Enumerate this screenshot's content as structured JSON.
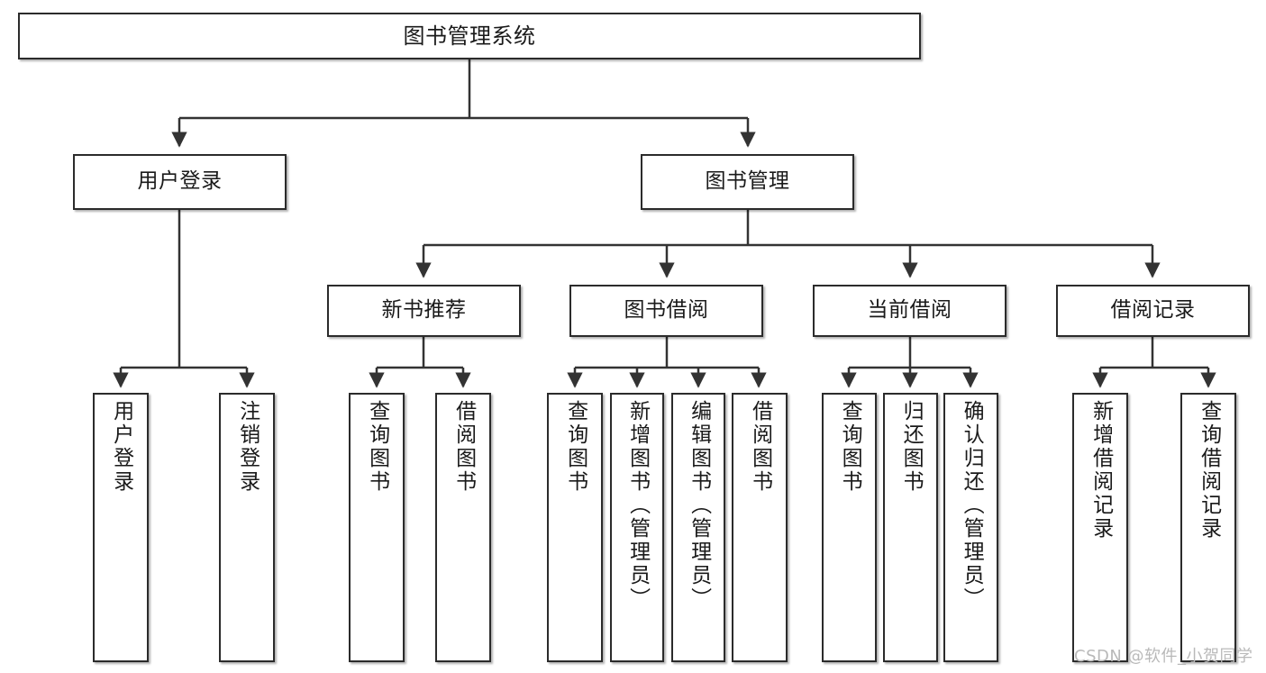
{
  "diagram": {
    "title": "图书管理系统",
    "type": "功能结构图",
    "watermark": "CSDN @软件_小贺同学",
    "colors": {
      "box_border": "#2b2b2b",
      "box_fill": "#ffffff",
      "connector": "#333333",
      "text": "#1a1a1a",
      "watermark": "#b9b9b9",
      "background": "#ffffff"
    },
    "root": {
      "label": "图书管理系统"
    },
    "level2": [
      {
        "label": "用户登录"
      },
      {
        "label": "图书管理"
      }
    ],
    "level3": [
      {
        "label": "新书推荐"
      },
      {
        "label": "图书借阅"
      },
      {
        "label": "当前借阅"
      },
      {
        "label": "借阅记录"
      }
    ],
    "leaves": {
      "user_login": [
        {
          "label": "用户登录"
        },
        {
          "label": "注销登录"
        }
      ],
      "new_book_recommend": [
        {
          "label": "查询图书"
        },
        {
          "label": "借阅图书"
        }
      ],
      "book_borrow": [
        {
          "label": "查询图书"
        },
        {
          "label": "新增图书（管理员）"
        },
        {
          "label": "编辑图书（管理员）"
        },
        {
          "label": "借阅图书"
        }
      ],
      "current_borrow": [
        {
          "label": "查询图书"
        },
        {
          "label": "归还图书"
        },
        {
          "label": "确认归还（管理员）"
        }
      ],
      "borrow_record": [
        {
          "label": "新增借阅记录"
        },
        {
          "label": "查询借阅记录"
        }
      ]
    }
  }
}
